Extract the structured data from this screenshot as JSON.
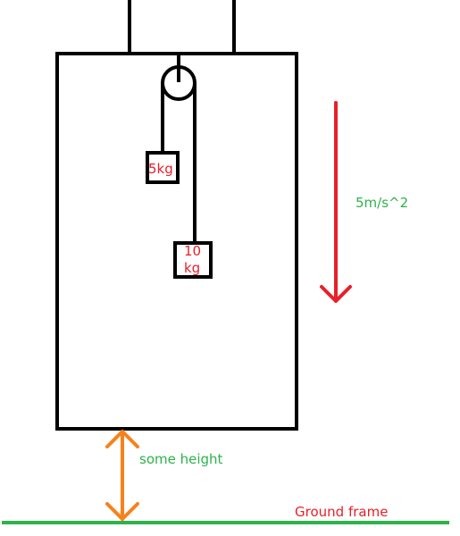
{
  "labels": {
    "mass_small": "5kg",
    "mass_large_line1": "10",
    "mass_large_line2": "kg",
    "acceleration": "5m/s^2",
    "gap": "some height",
    "ground": "Ground frame"
  },
  "colors": {
    "outline": "#000000",
    "acceleration_arrow": "#e8202a",
    "acceleration_text": "#2db34a",
    "gap_arrow": "#f7821b",
    "gap_text": "#2db34a",
    "ground_line": "#2db34a",
    "ground_text": "#e8202a",
    "mass_text": "#e8202a"
  },
  "icons": {
    "acceleration": "arrow-down-icon",
    "gap": "double-arrow-vertical-icon"
  }
}
